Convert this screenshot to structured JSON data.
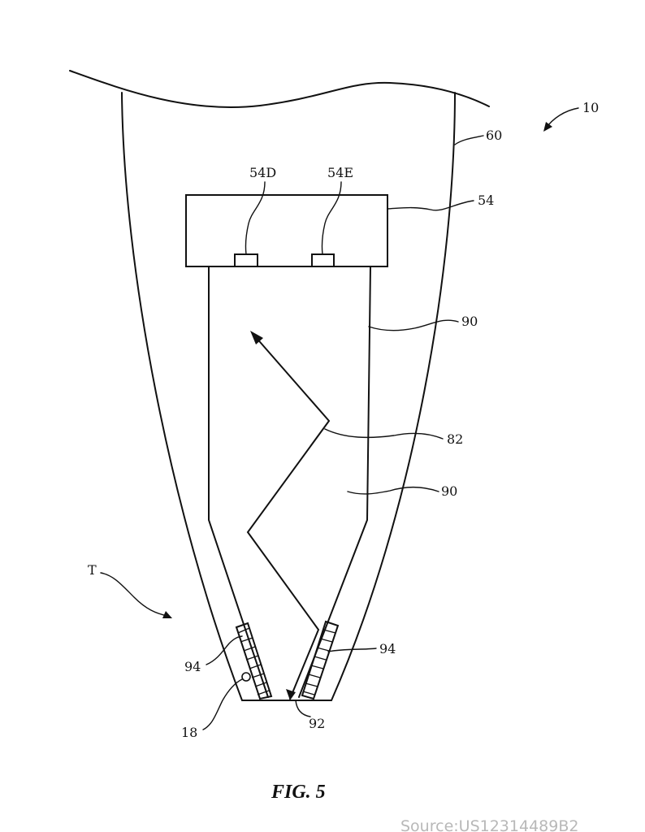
{
  "figure": {
    "caption": "FIG. 5",
    "source": "Source:US12314489B2"
  },
  "labels": {
    "device": "10",
    "housing": "60",
    "sensor_block": "54",
    "sensor_d": "54D",
    "sensor_e": "54E",
    "light_guide_upper": "90",
    "light_guide_lower": "90",
    "light_path": "82",
    "tip_region": "T",
    "coating_left": "94",
    "coating_right": "94",
    "tip_window": "92",
    "tip_sensor": "18"
  }
}
